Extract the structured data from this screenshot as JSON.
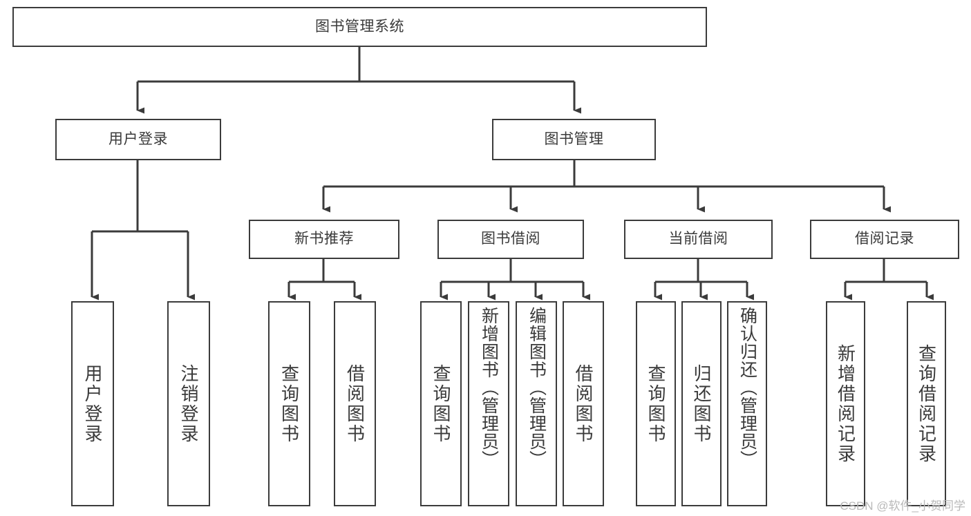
{
  "diagram": {
    "title": "图书管理系统",
    "type": "tree-hierarchy-chart",
    "background": "#ffffff",
    "line_color": "#3b3b3b",
    "box_border_color": "#3b3b3b",
    "text_color": "#3a3a3a"
  },
  "nodes": {
    "root": {
      "label": "图书管理系统"
    },
    "level2": [
      {
        "id": "user-login",
        "label": "用户登录"
      },
      {
        "id": "book-management",
        "label": "图书管理"
      }
    ],
    "level3": [
      {
        "id": "new-book-recommend",
        "label": "新书推荐"
      },
      {
        "id": "book-borrow",
        "label": "图书借阅"
      },
      {
        "id": "current-borrow",
        "label": "当前借阅"
      },
      {
        "id": "borrow-record",
        "label": "借阅记录"
      }
    ],
    "leaves": [
      {
        "id": "leaf-user-login",
        "label": "用户登录",
        "parent": "user-login"
      },
      {
        "id": "leaf-logout-login",
        "label": "注销登录",
        "parent": "user-login"
      },
      {
        "id": "leaf-query-book-1",
        "label": "查询图书",
        "parent": "new-book-recommend"
      },
      {
        "id": "leaf-borrow-book-1",
        "label": "借阅图书",
        "parent": "new-book-recommend"
      },
      {
        "id": "leaf-query-book-2",
        "label": "查询图书",
        "parent": "book-borrow"
      },
      {
        "id": "leaf-add-book",
        "label": "新增图书（管理员）",
        "parent": "book-borrow"
      },
      {
        "id": "leaf-edit-book",
        "label": "编辑图书（管理员）",
        "parent": "book-borrow"
      },
      {
        "id": "leaf-borrow-book-2",
        "label": "借阅图书",
        "parent": "book-borrow"
      },
      {
        "id": "leaf-query-book-3",
        "label": "查询图书",
        "parent": "current-borrow"
      },
      {
        "id": "leaf-return-book",
        "label": "归还图书",
        "parent": "current-borrow"
      },
      {
        "id": "leaf-confirm-return",
        "label": "确认归还（管理员）",
        "parent": "current-borrow"
      },
      {
        "id": "leaf-add-borrow-record",
        "label": "新增借阅记录",
        "parent": "borrow-record"
      },
      {
        "id": "leaf-query-borrow-record",
        "label": "查询借阅记录",
        "parent": "borrow-record"
      }
    ]
  },
  "watermark": {
    "text": "CSDN @软件_小贺同学"
  }
}
